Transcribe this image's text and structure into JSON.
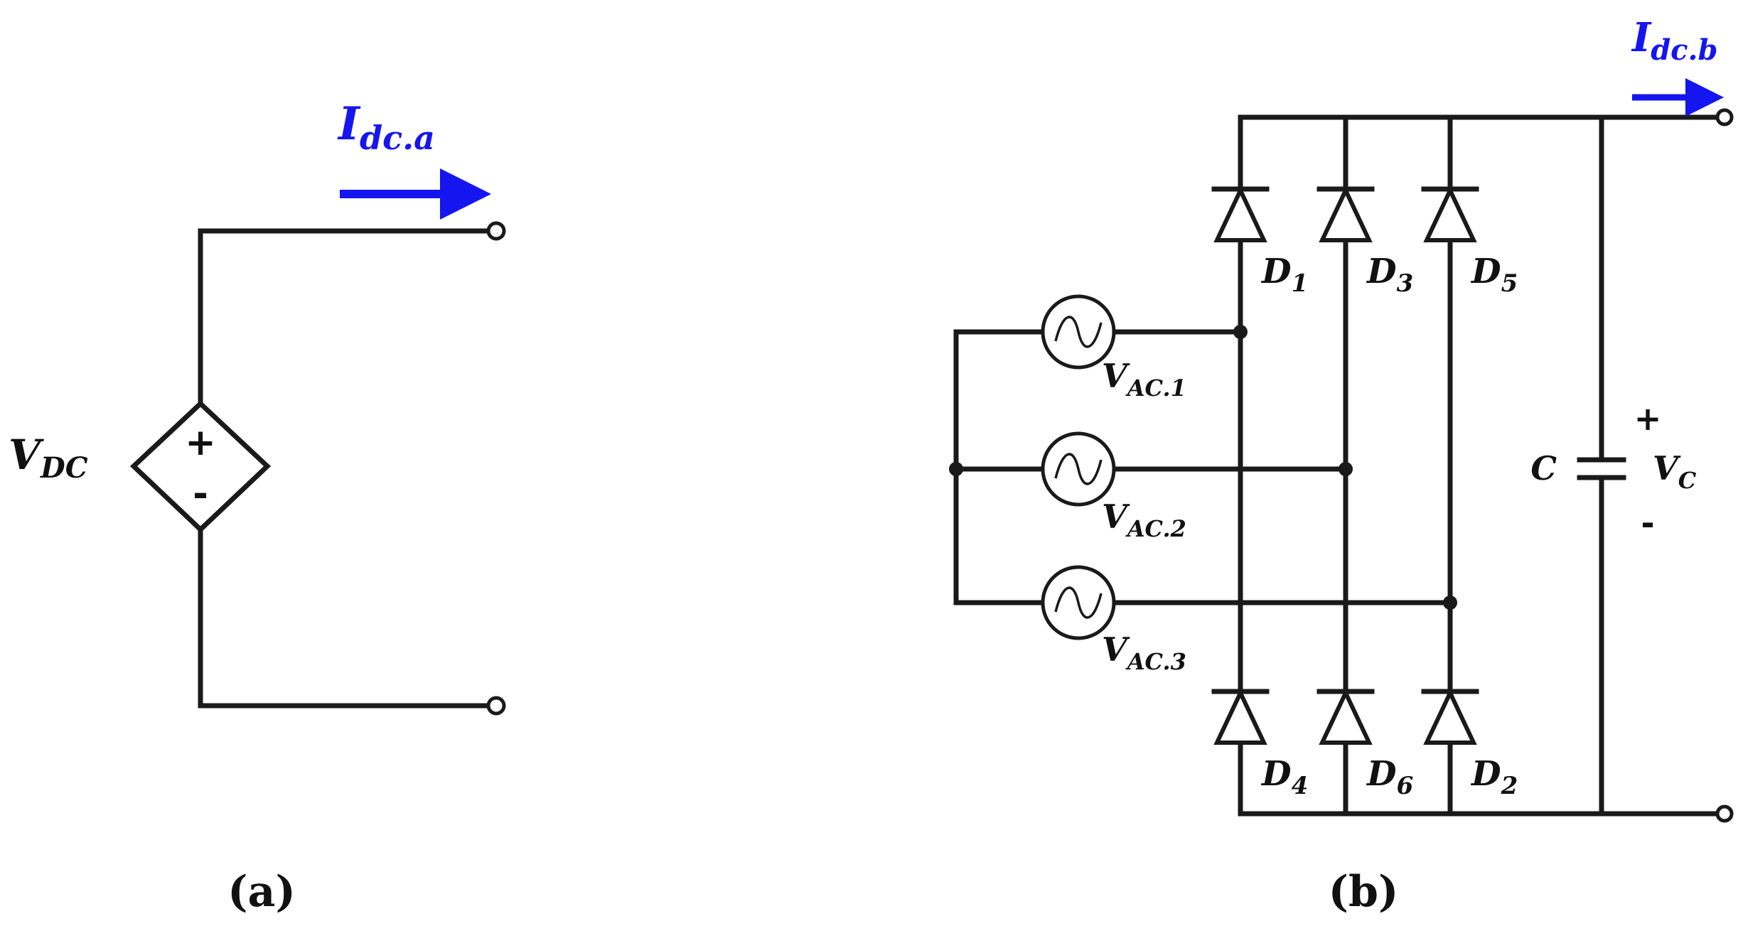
{
  "colors": {
    "wire": "#1a1a1a",
    "current_arrow": "#1515f0",
    "background": "#ffffff"
  },
  "panel_a": {
    "label": "(a)",
    "current_main": "I",
    "current_sub": "dc.a",
    "source_main": "V",
    "source_sub": "DC",
    "plus": "+",
    "minus": "-",
    "source_icon": "controlled-voltage-source-diamond-icon"
  },
  "panel_b": {
    "label": "(b)",
    "current_main": "I",
    "current_sub": "dc.b",
    "ac_sources": [
      {
        "main": "V",
        "sub": "AC.1",
        "icon": "sine-source-icon"
      },
      {
        "main": "V",
        "sub": "AC.2",
        "icon": "sine-source-icon"
      },
      {
        "main": "V",
        "sub": "AC.3",
        "icon": "sine-source-icon"
      }
    ],
    "diodes_top": [
      {
        "main": "D",
        "sub": "1"
      },
      {
        "main": "D",
        "sub": "3"
      },
      {
        "main": "D",
        "sub": "5"
      }
    ],
    "diodes_bottom": [
      {
        "main": "D",
        "sub": "4"
      },
      {
        "main": "D",
        "sub": "6"
      },
      {
        "main": "D",
        "sub": "2"
      }
    ],
    "capacitor_label": "C",
    "cap_voltage_main": "V",
    "cap_voltage_sub": "C",
    "plus": "+",
    "minus": "-"
  }
}
